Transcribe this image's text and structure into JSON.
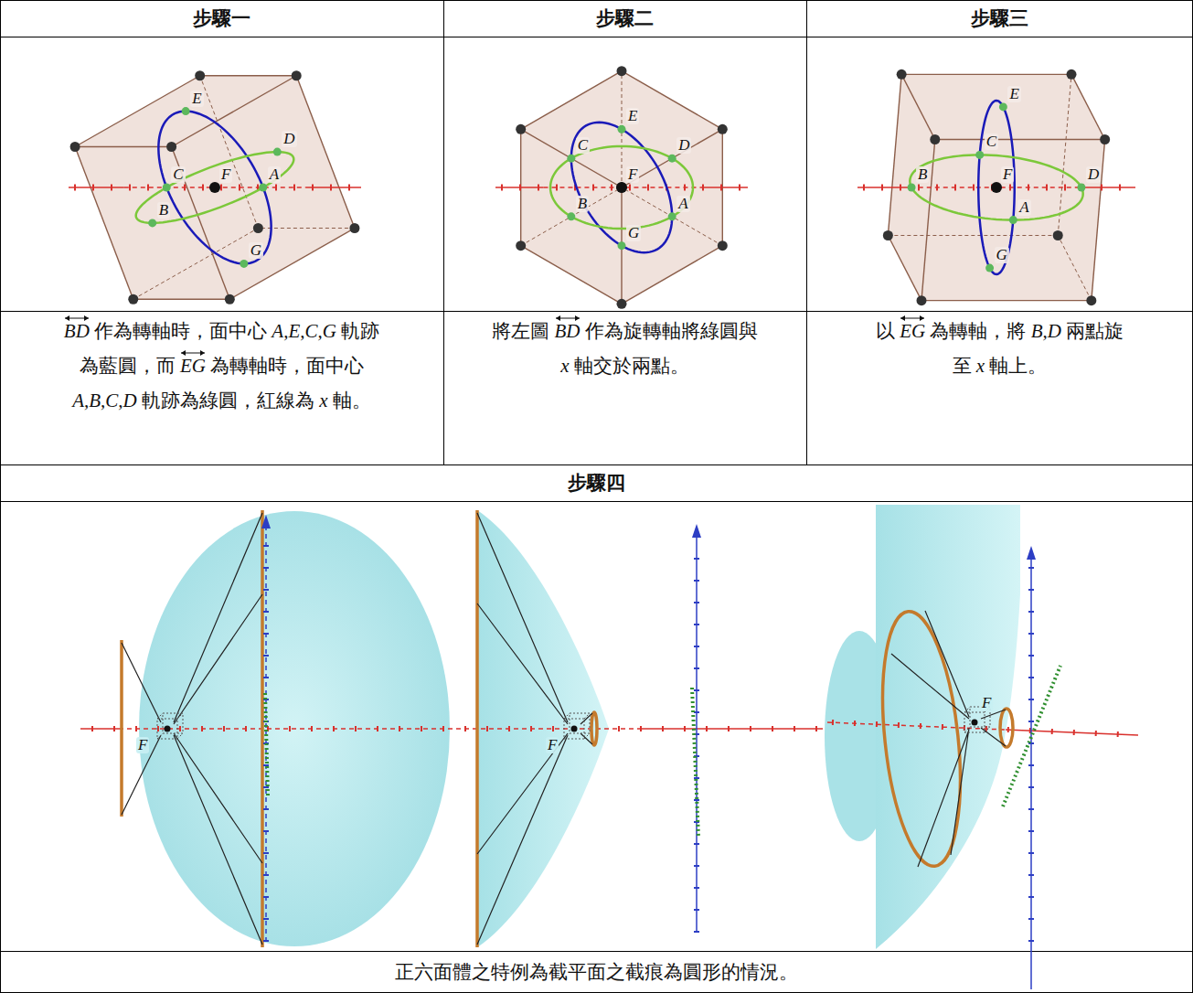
{
  "diagram": {
    "caption": "正六面體之特例為截平面之截痕為圓形的情況。",
    "labels": [
      "步驟一",
      "步驟二",
      "步驟三",
      "BD 作為轉軸時，面中心 A,E,C,G 軌跡為藍圓，而 EG 為轉軸時，面中心 A,B,C,D 軌跡為綠圓，紅線為 x 軸。",
      "將左圖 BD 作為旋轉軸將綠圓與 x 軸交於兩點。",
      "以 EG 為轉軸，將 B,D 兩點旋至 x 軸上。",
      "步驟四",
      "E",
      "D",
      "C",
      "F",
      "A",
      "B",
      "G",
      "C",
      "E",
      "D",
      "F",
      "B",
      "G",
      "A",
      "C",
      "E",
      "B",
      "F",
      "D",
      "A",
      "G",
      "F",
      "F",
      "F"
    ]
  }
}
